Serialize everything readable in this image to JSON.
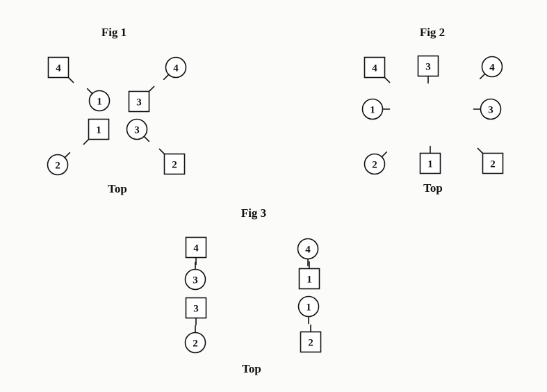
{
  "figures": [
    {
      "title": "Fig 1",
      "bottom_label": "Top",
      "nodes": [
        {
          "shape": "square",
          "number": "4",
          "tick": "down-right"
        },
        {
          "shape": "circle",
          "number": "4",
          "tick": "down-left"
        },
        {
          "shape": "circle",
          "number": "1",
          "tick": "up-left"
        },
        {
          "shape": "square",
          "number": "3",
          "tick": "up-right"
        },
        {
          "shape": "square",
          "number": "1",
          "tick": "down-left"
        },
        {
          "shape": "circle",
          "number": "3",
          "tick": "down-right"
        },
        {
          "shape": "circle",
          "number": "2",
          "tick": "up-right"
        },
        {
          "shape": "square",
          "number": "2",
          "tick": "up-left"
        }
      ]
    },
    {
      "title": "Fig 2",
      "bottom_label": "Top",
      "nodes": [
        {
          "shape": "square",
          "number": "4",
          "tick": "down-right"
        },
        {
          "shape": "square",
          "number": "3",
          "tick": "down"
        },
        {
          "shape": "circle",
          "number": "4",
          "tick": "down-left"
        },
        {
          "shape": "circle",
          "number": "1",
          "tick": "right"
        },
        {
          "shape": "circle",
          "number": "3",
          "tick": "left"
        },
        {
          "shape": "circle",
          "number": "2",
          "tick": "up-right"
        },
        {
          "shape": "square",
          "number": "1",
          "tick": "up"
        },
        {
          "shape": "square",
          "number": "2",
          "tick": "up-left"
        }
      ]
    },
    {
      "title": "Fig 3",
      "bottom_label": "Top",
      "nodes": [
        {
          "shape": "square",
          "number": "4",
          "tick": "down"
        },
        {
          "shape": "circle",
          "number": "3",
          "tick": "up"
        },
        {
          "shape": "square",
          "number": "3",
          "tick": "down"
        },
        {
          "shape": "circle",
          "number": "2",
          "tick": "up"
        },
        {
          "shape": "circle",
          "number": "4",
          "tick": "down"
        },
        {
          "shape": "square",
          "number": "1",
          "tick": "up"
        },
        {
          "shape": "circle",
          "number": "1",
          "tick": "down"
        },
        {
          "shape": "square",
          "number": "2",
          "tick": "up"
        }
      ]
    }
  ]
}
